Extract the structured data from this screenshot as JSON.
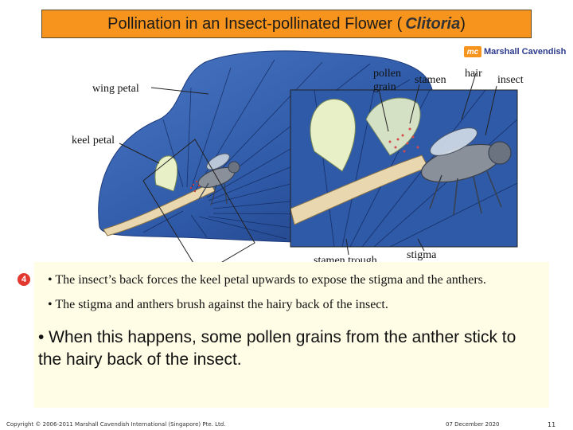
{
  "slide": {
    "title_main": "Pollination in an Insect-pollinated Flower (",
    "title_scientific": "Clitoria",
    "title_close": ")",
    "brand_mark": "mc",
    "brand_name": "Marshall Cavendish"
  },
  "labels": {
    "pollen_1": "pollen",
    "pollen_2": "grain",
    "stamen": "stamen",
    "hair": "hair",
    "insect": "insect",
    "wing_petal": "wing petal",
    "keel_petal": "keel petal",
    "stamen_trough": "stamen trough",
    "stigma": "stigma"
  },
  "step_number": "4",
  "bullets": {
    "b1": "• The insect’s back forces the keel petal upwards to expose the stigma and the anthers.",
    "b2": "• The stigma and anthers brush against the hairy back of the insect.",
    "b3": "• When this happens, some pollen grains from the anther stick to the hairy back of the insect."
  },
  "footer": {
    "copyright": "Copyright © 2006-2011 Marshall Cavendish International (Singapore) Pte. Ltd.",
    "date": "07 December 2020",
    "page": "11"
  },
  "colors": {
    "title_bg": "#f7941d",
    "petal_blue": "#2f5aa8",
    "petal_dark": "#1c3a7a",
    "panel_bg": "#fffde6",
    "step_badge": "#e2382f"
  }
}
